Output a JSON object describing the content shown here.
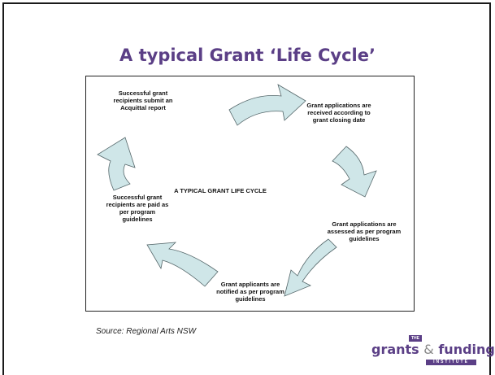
{
  "slide": {
    "title": "A typical Grant ‘Life Cycle’",
    "source": "Source: Regional Arts NSW"
  },
  "diagram": {
    "center": "A TYPICAL GRANT LIFE CYCLE",
    "steps": [
      "Grant applications are received according to grant closing date",
      "Grant applications are assessed as per program guidelines",
      "Grant applicants are notified as per program guidelines",
      "Successful grant recipients are paid as per program guidelines",
      "Successful grant recipients submit an Acquittal report"
    ],
    "arrow_fill": "#cfe6e8",
    "arrow_stroke": "#55676a"
  },
  "logo": {
    "the": "THE",
    "main_a": "grants",
    "amp": "&",
    "main_b": "funding",
    "institute": "INSTITUTE"
  },
  "colors": {
    "title": "#5b3f86",
    "brand": "#5b3f86"
  }
}
